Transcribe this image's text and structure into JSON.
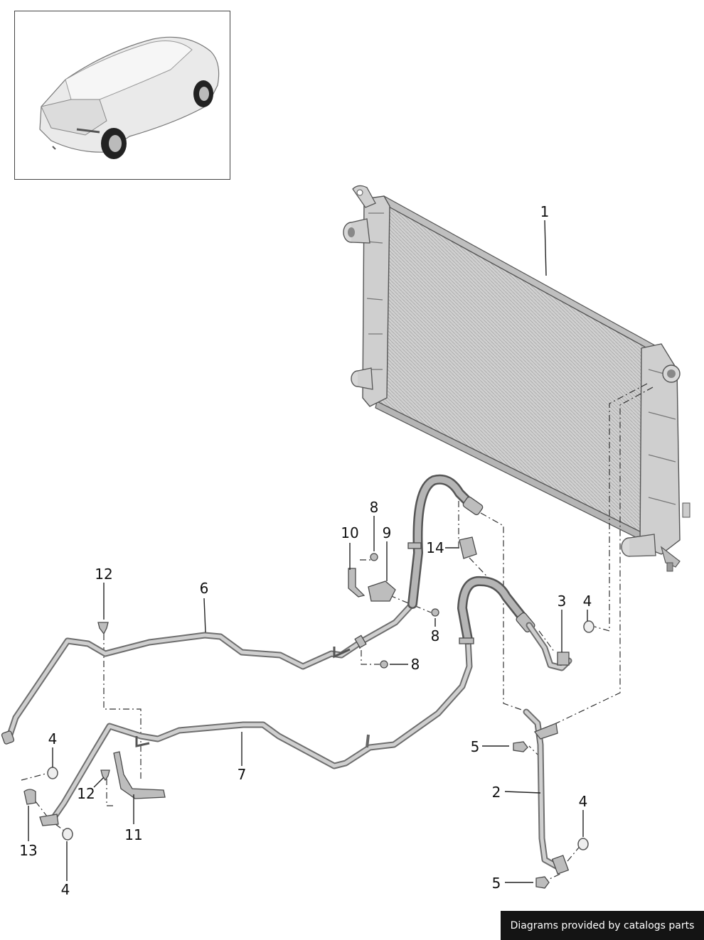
{
  "callouts": {
    "c1": "1",
    "c2": "2",
    "c3": "3",
    "c4a": "4",
    "c4b": "4",
    "c4c": "4",
    "c4d": "4",
    "c5a": "5",
    "c5b": "5",
    "c6": "6",
    "c7": "7",
    "c8a": "8",
    "c8b": "8",
    "c8c": "8",
    "c9": "9",
    "c10": "10",
    "c11": "11",
    "c12a": "12",
    "c12b": "12",
    "c13": "13",
    "c14": "14"
  },
  "footer": {
    "text": "Diagrams provided by catalogs parts",
    "background": "#141414",
    "color": "#ffffff"
  },
  "colors": {
    "outline": "#4a4a4a",
    "metal": "#bdbdbd",
    "radiator_core": "#cfcfcf"
  },
  "icons": {
    "thumbnail": "vehicle-thumbnail-icon"
  }
}
